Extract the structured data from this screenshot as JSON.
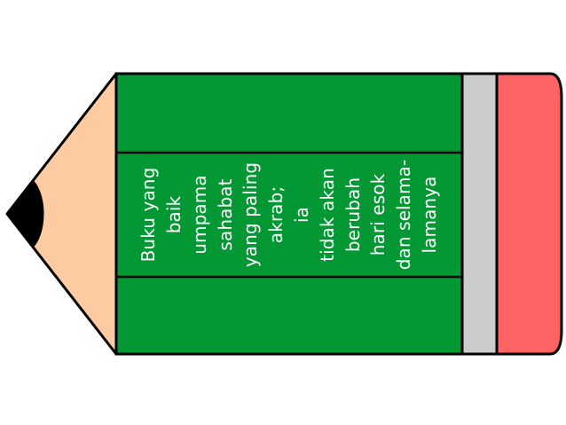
{
  "colors": {
    "pencil_body": "#049834",
    "pencil_wood": "#FDCBA2",
    "pencil_lead": "#000000",
    "ferrule": "#CCCCCC",
    "eraser": "#FF6464",
    "outline": "#000000",
    "text": "#FFFFFF"
  },
  "quote": {
    "lines": [
      "Buku yang",
      "baik",
      "umpama",
      "sahabat",
      "yang paling",
      "akrab;",
      "ia",
      "tidak akan",
      "berubah",
      "hari esok",
      "dan selama-",
      "lamanya"
    ]
  }
}
